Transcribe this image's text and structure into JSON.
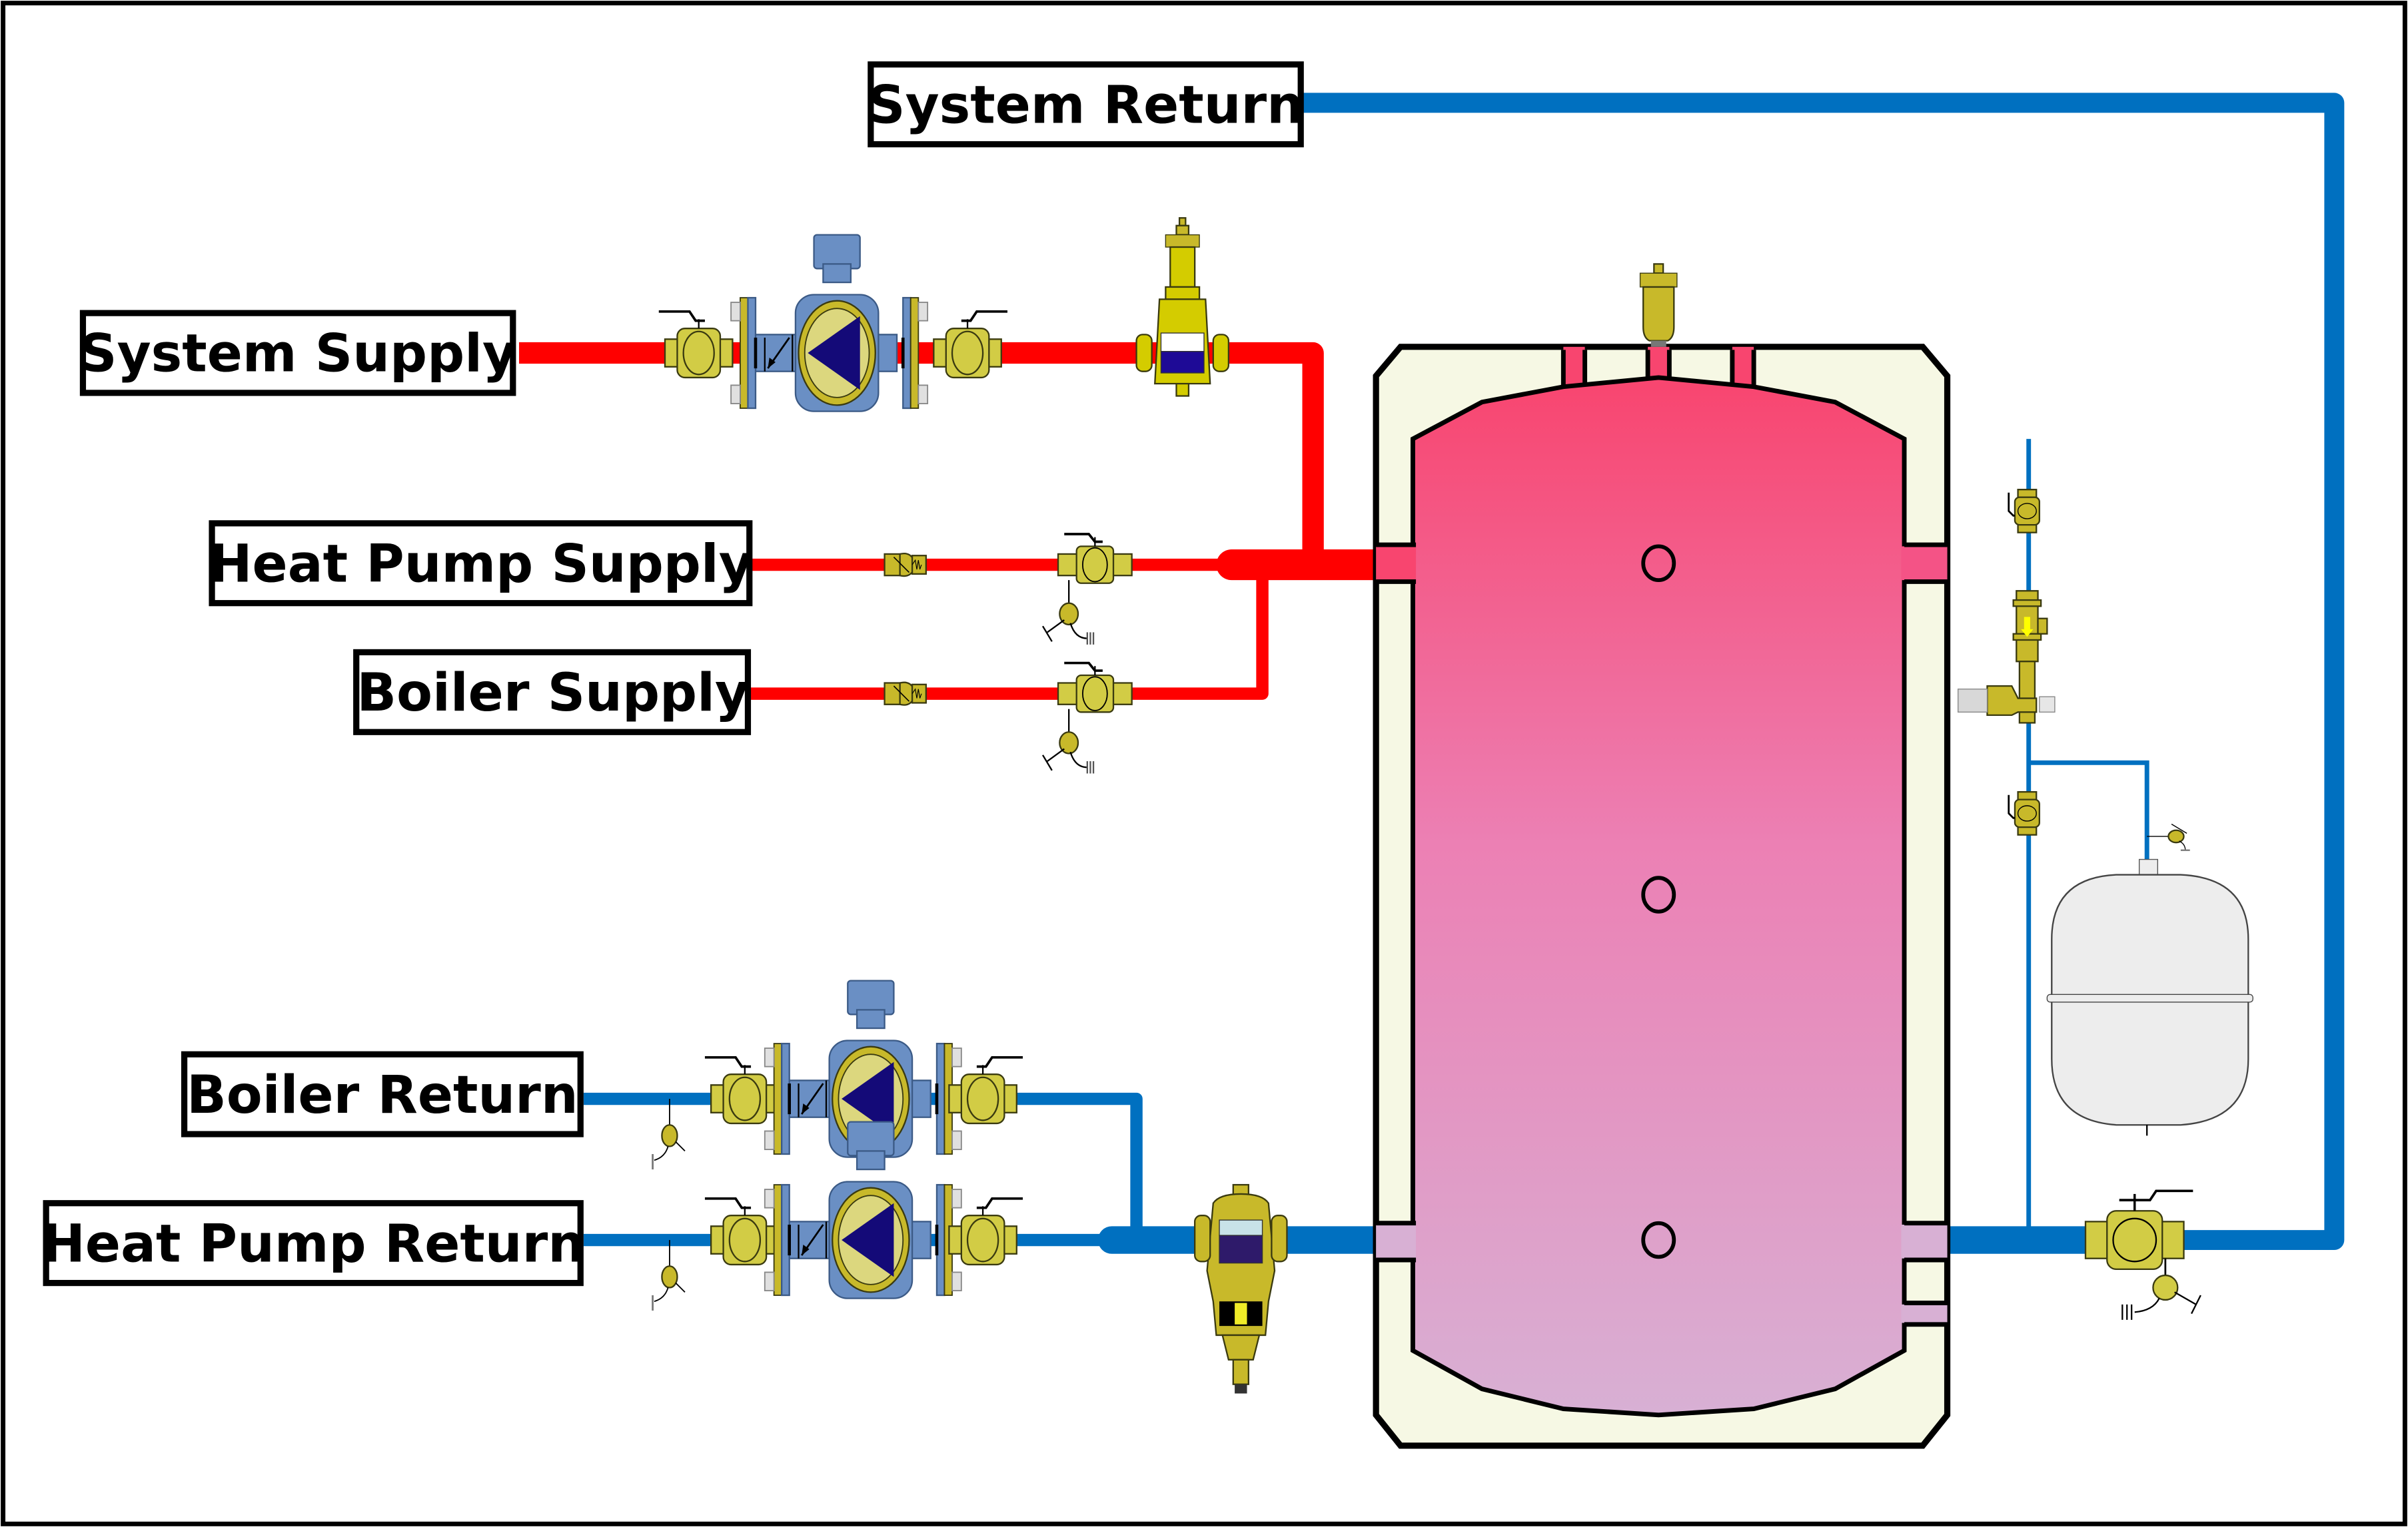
{
  "diagram": {
    "title": "Buffer tank hydronic piping schematic",
    "labels": {
      "system_return": "System Return",
      "system_supply": "System Supply",
      "heat_pump_supply": "Heat Pump Supply",
      "boiler_supply": "Boiler Supply",
      "boiler_return": "Boiler Return",
      "heat_pump_return": "Heat Pump Return"
    },
    "colors": {
      "supply_pipe": "#ff0000",
      "return_pipe": "#0070c0",
      "tank_top": "#f8456f",
      "tank_bottom": "#d8b0d4",
      "insulation": "#f6f8e4",
      "brass": "#c8b92a",
      "pump_body": "#6a8fc4",
      "pump_impeller": "#140a78",
      "expansion_tank": "#ededed"
    },
    "components": [
      {
        "id": "system-supply-pump",
        "type": "circulator-pump",
        "circuit": "System Supply"
      },
      {
        "id": "system-supply-air-separator",
        "type": "air-separator",
        "circuit": "System Supply"
      },
      {
        "id": "tank-air-vent",
        "type": "automatic-air-vent",
        "circuit": "Buffer Tank"
      },
      {
        "id": "hp-supply-check-valve",
        "type": "check-valve",
        "circuit": "Heat Pump Supply"
      },
      {
        "id": "hp-supply-purge-valve",
        "type": "purge-ball-valve",
        "circuit": "Heat Pump Supply"
      },
      {
        "id": "boiler-supply-check-valve",
        "type": "check-valve",
        "circuit": "Boiler Supply"
      },
      {
        "id": "boiler-supply-purge-valve",
        "type": "purge-ball-valve",
        "circuit": "Boiler Supply"
      },
      {
        "id": "boiler-return-pump",
        "type": "circulator-pump",
        "circuit": "Boiler Return"
      },
      {
        "id": "hp-return-pump",
        "type": "circulator-pump",
        "circuit": "Heat Pump Return"
      },
      {
        "id": "dirt-separator",
        "type": "magnetic-dirt-separator",
        "circuit": "Return Header"
      },
      {
        "id": "buffer-tank",
        "type": "buffer-tank",
        "sensor_wells": 3
      },
      {
        "id": "fill-valve-assembly",
        "type": "backflow-preventer-and-fill-valve",
        "circuit": "Make-up Water"
      },
      {
        "id": "expansion-tank",
        "type": "expansion-tank",
        "circuit": "Make-up Water"
      },
      {
        "id": "system-return-purge-valve",
        "type": "purge-ball-valve",
        "circuit": "System Return"
      }
    ]
  }
}
